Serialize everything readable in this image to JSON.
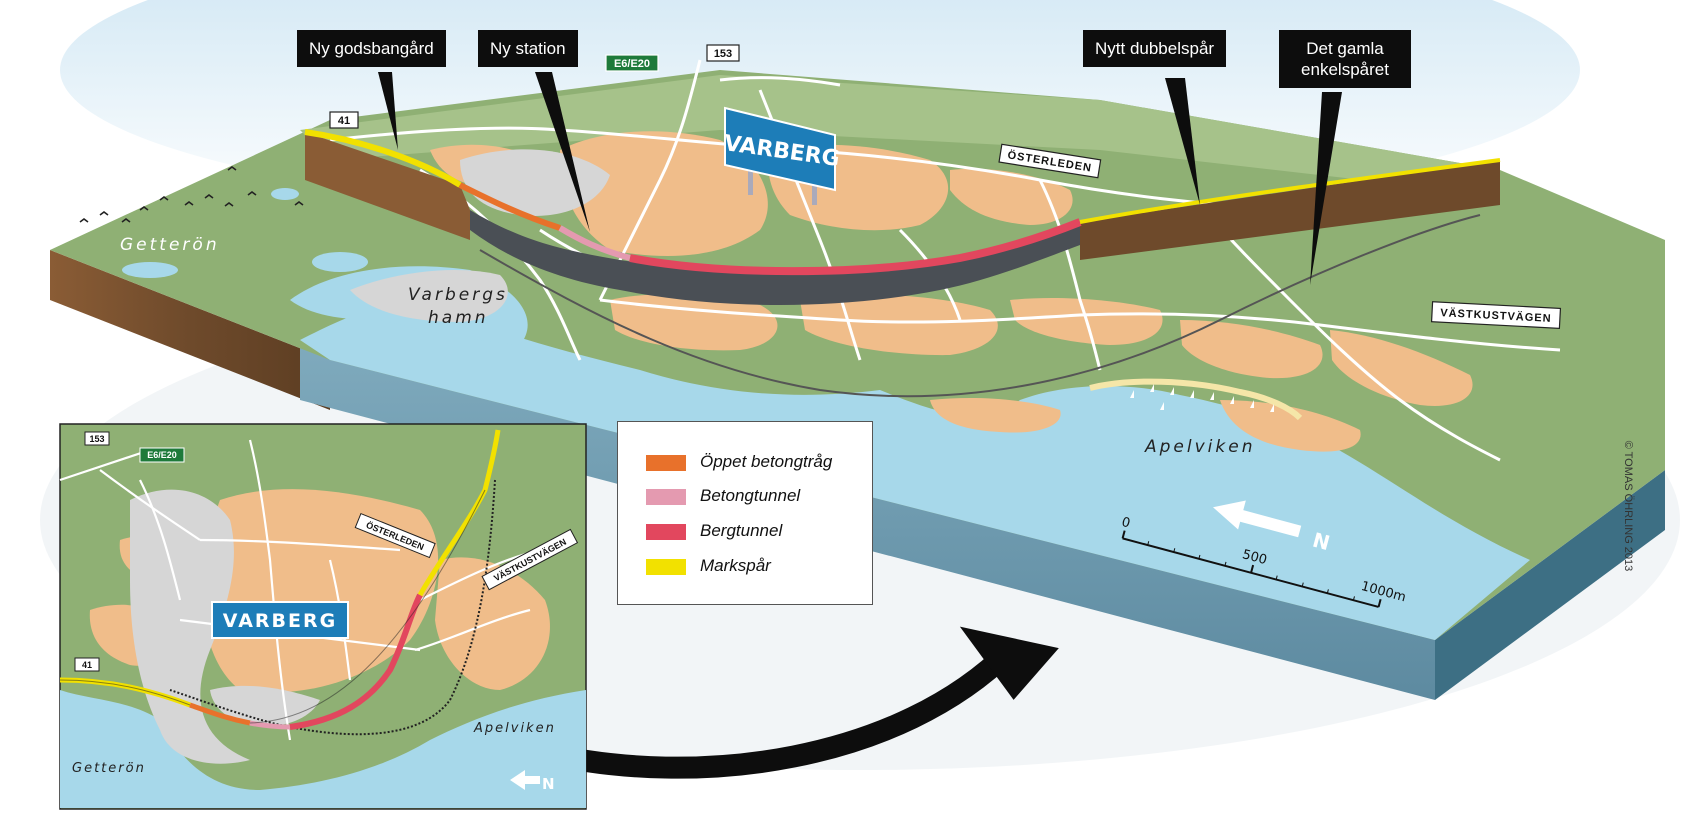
{
  "callouts": {
    "godsbangard": "Ny godsbangård",
    "station": "Ny station",
    "dubbelspar": "Nytt dubbelspår",
    "enkelsparet": "Det gamla enkelspåret"
  },
  "road_signs": {
    "r41": "41",
    "r153": "153",
    "e6": "E6/E20",
    "osterleden": "ÖSTERLEDEN",
    "vastkustvagen": "VÄSTKUSTVÄGEN"
  },
  "place_names": {
    "getteron": "Getterön",
    "hamn_line1": "Varbergs",
    "hamn_line2": "hamn",
    "apelviken": "Apelviken",
    "city": "VARBERG"
  },
  "scale": {
    "zero": "0",
    "five_hundred": "500",
    "thousand": "1000m",
    "north": "N"
  },
  "legend": {
    "items": [
      {
        "label": "Öppet betongtråg",
        "color": "#e8712b"
      },
      {
        "label": "Betongtunnel",
        "color": "#e49ab0"
      },
      {
        "label": "Bergtunnel",
        "color": "#e2475e"
      },
      {
        "label": "Markspår",
        "color": "#f2e100"
      }
    ]
  },
  "inset": {
    "r153": "153",
    "e6": "E6/E20",
    "r41": "41",
    "osterleden": "ÖSTERLEDEN",
    "vastkustvagen": "VÄSTKUSTVÄGEN",
    "city": "VARBERG",
    "getteron": "Getterön",
    "apelviken": "Apelviken",
    "north": "N"
  },
  "copyright": "© TOMAS ÖHRLING 2013",
  "colors": {
    "land": "#8fb074",
    "urban": "#f0bd8a",
    "water": "#a7d8ea",
    "soil": "#7a5232",
    "tunnel": "#4a4f55"
  }
}
